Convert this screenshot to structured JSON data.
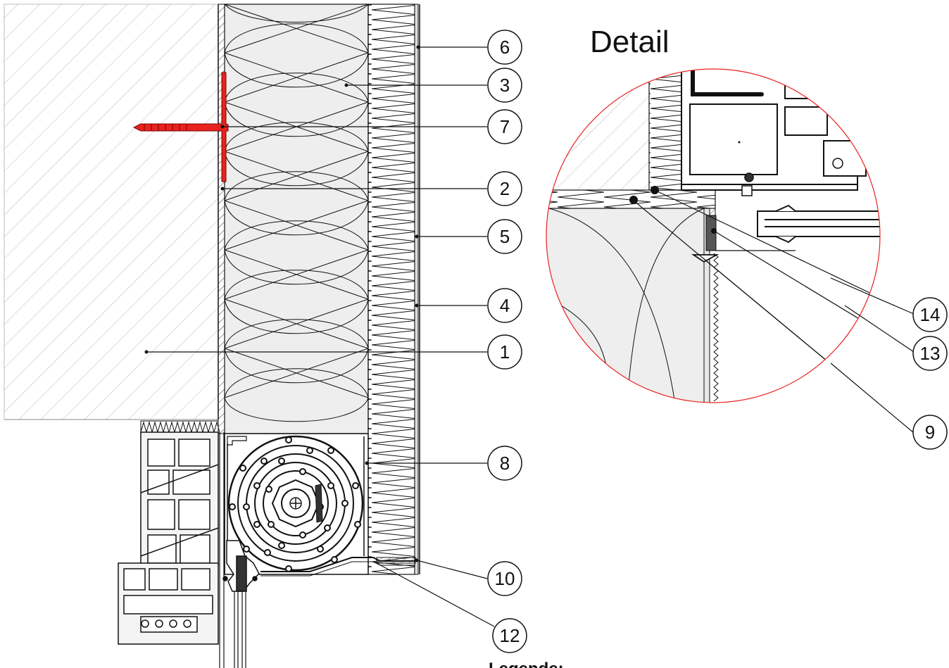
{
  "detail_title": "Detail",
  "legend_heading": "Legende:",
  "callouts": [
    {
      "id": "c6",
      "label": "6"
    },
    {
      "id": "c3",
      "label": "3"
    },
    {
      "id": "c7",
      "label": "7"
    },
    {
      "id": "c2",
      "label": "2"
    },
    {
      "id": "c5",
      "label": "5"
    },
    {
      "id": "c4",
      "label": "4"
    },
    {
      "id": "c1",
      "label": "1"
    },
    {
      "id": "c8",
      "label": "8"
    },
    {
      "id": "c10",
      "label": "10"
    },
    {
      "id": "c12",
      "label": "12"
    },
    {
      "id": "c14",
      "label": "14"
    },
    {
      "id": "c13",
      "label": "13"
    },
    {
      "id": "c9",
      "label": "9"
    }
  ],
  "colors": {
    "anchor": "#e8231f",
    "detail_circle": "#e8231f",
    "insulation_fill": "#eeeeee",
    "line": "#111111"
  }
}
